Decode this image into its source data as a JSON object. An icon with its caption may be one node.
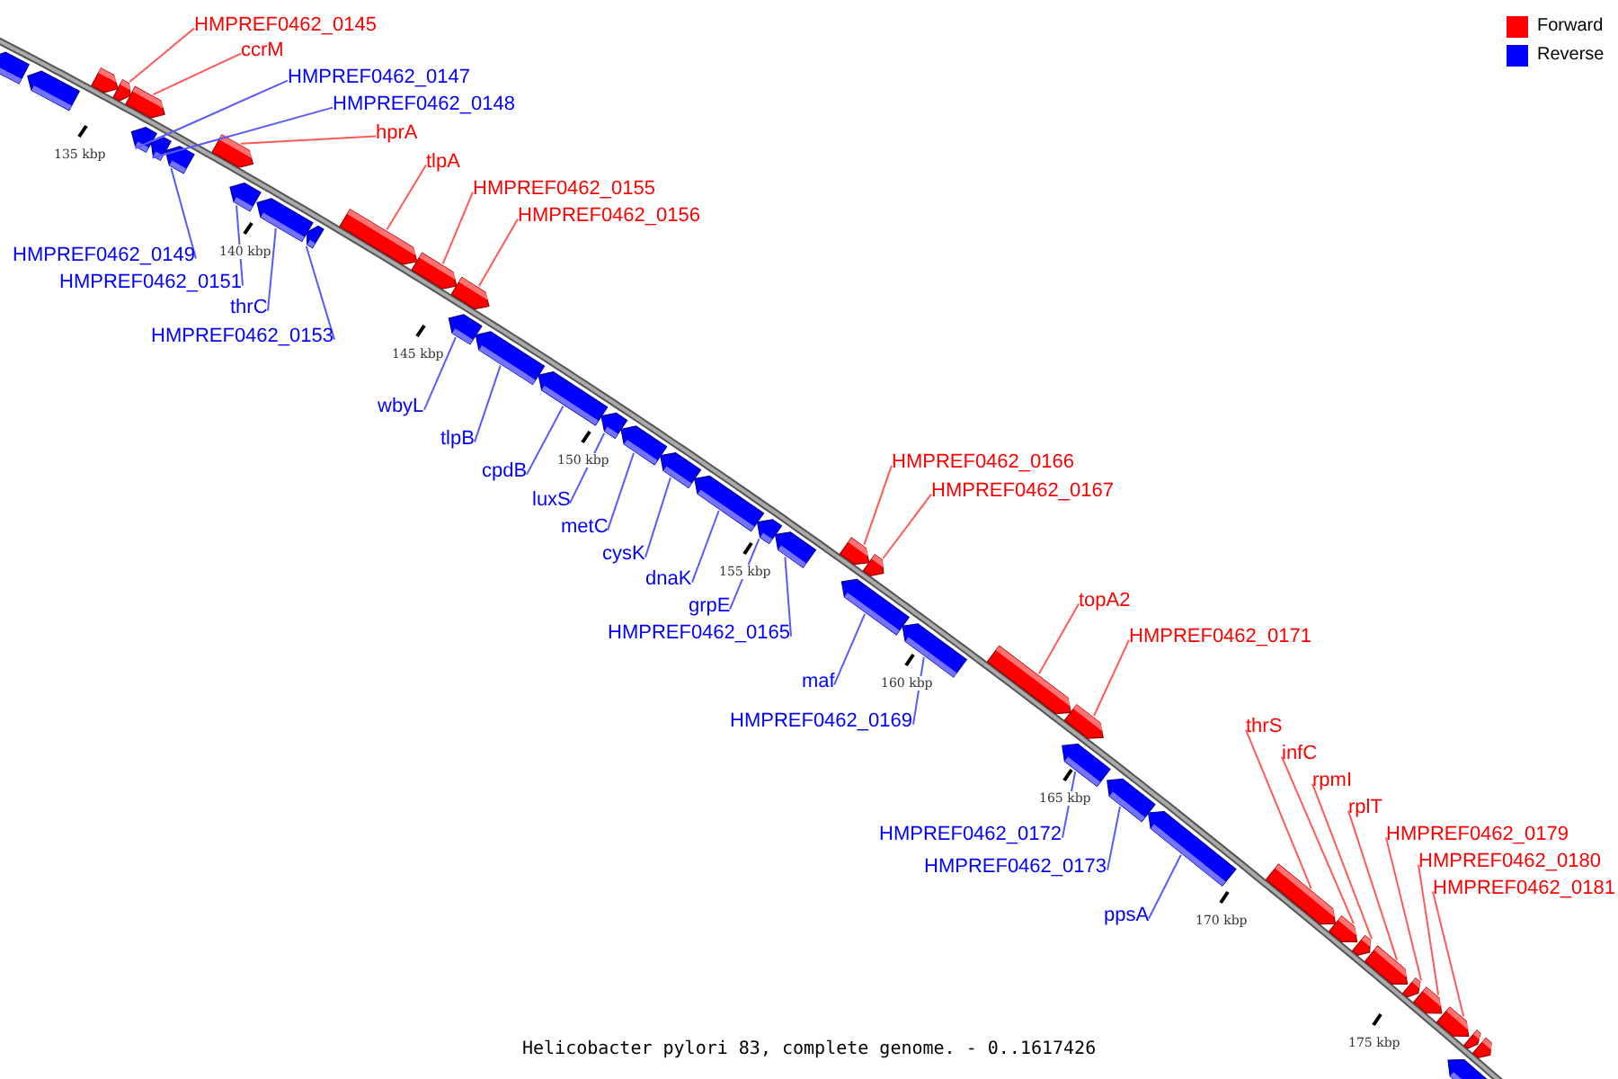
{
  "diagram": {
    "caption": "Helicobacter pylori 83, complete genome. - 0..1617426",
    "nodes": [
      {
        "text": [
          "HMPREF0462_0145"
        ]
      },
      {
        "text": [
          "ccrM"
        ]
      },
      {
        "text": [
          "HMPREF0462_0147"
        ]
      },
      {
        "text": [
          "HMPREF0462_0148"
        ]
      },
      {
        "text": [
          "hprA"
        ]
      },
      {
        "text": [
          "tlpA"
        ]
      },
      {
        "text": [
          "HMPREF0462_0155"
        ]
      },
      {
        "text": [
          "HMPREF0462_0156"
        ]
      },
      {
        "text": [
          "HMPREF0462_0149"
        ]
      },
      {
        "text": [
          "HMPREF0462_0151"
        ]
      },
      {
        "text": [
          "thrC"
        ]
      },
      {
        "text": [
          "HMPREF0462_0153"
        ]
      },
      {
        "text": [
          "wbyL"
        ]
      },
      {
        "text": [
          "tlpB"
        ]
      },
      {
        "text": [
          "cpdB"
        ]
      },
      {
        "text": [
          "luxS"
        ]
      },
      {
        "text": [
          "metC"
        ]
      },
      {
        "text": [
          "cysK"
        ]
      },
      {
        "text": [
          "dnaK"
        ]
      },
      {
        "text": [
          "grpE"
        ]
      },
      {
        "text": [
          "HMPREF0462_0165"
        ]
      },
      {
        "text": [
          "HMPREF0462_0166"
        ]
      },
      {
        "text": [
          "HMPREF0462_0167"
        ]
      },
      {
        "text": [
          "maf"
        ]
      },
      {
        "text": [
          "HMPREF0462_0169"
        ]
      },
      {
        "text": [
          "topA2"
        ]
      },
      {
        "text": [
          "HMPREF0462_0171"
        ]
      },
      {
        "text": [
          "HMPREF0462_0172"
        ]
      },
      {
        "text": [
          "HMPREF0462_0173"
        ]
      },
      {
        "text": [
          "ppsA"
        ]
      },
      {
        "text": [
          "thrS"
        ]
      },
      {
        "text": [
          "infC"
        ]
      },
      {
        "text": [
          "rpmI"
        ]
      },
      {
        "text": [
          "rplT"
        ]
      },
      {
        "text": [
          "HMPREF0462_0179"
        ]
      },
      {
        "text": [
          "HMPREF0462_0180"
        ]
      },
      {
        "text": [
          "HMPREF0462_0181"
        ]
      },
      {
        "text": [],
        "shape": "box"
      },
      {
        "text": [],
        "shape": "box"
      },
      {
        "text": [],
        "shape": "box"
      },
      {
        "text": [],
        "shape": "box"
      },
      {
        "text": [],
        "shape": "box"
      },
      {
        "text": [],
        "shape": "box"
      },
      {
        "text": [],
        "shape": "box"
      },
      {
        "text": [],
        "shape": "box"
      },
      {
        "text": [],
        "shape": "box"
      },
      {
        "text": [],
        "shape": "box"
      },
      {
        "text": [],
        "shape": "box"
      },
      {
        "text": [],
        "shape": "box"
      },
      {
        "text": [],
        "shape": "box"
      },
      {
        "text": [],
        "shape": "box"
      },
      {
        "text": [],
        "shape": "box"
      },
      {
        "text": [],
        "shape": "box"
      },
      {
        "text": [],
        "shape": "box"
      },
      {
        "text": [],
        "shape": "box"
      },
      {
        "text": [],
        "shape": "box"
      },
      {
        "text": [],
        "shape": "box"
      },
      {
        "text": [],
        "shape": "box"
      },
      {
        "text": [],
        "shape": "box"
      },
      {
        "text": [],
        "shape": "box"
      },
      {
        "text": [],
        "shape": "box"
      },
      {
        "text": [],
        "shape": "box"
      },
      {
        "text": [],
        "shape": "box"
      },
      {
        "text": [],
        "shape": "box"
      },
      {
        "text": [],
        "shape": "box"
      },
      {
        "text": [],
        "shape": "box"
      },
      {
        "text": [],
        "shape": "box"
      },
      {
        "text": [],
        "shape": "box"
      },
      {
        "text": [],
        "shape": "box"
      },
      {
        "text": [],
        "shape": "box"
      },
      {
        "text": [],
        "shape": "box"
      },
      {
        "text": [],
        "shape": "box"
      },
      {
        "text": [],
        "shape": "box"
      },
      {
        "text": [],
        "shape": "box"
      },
      {
        "text": [],
        "shape": "box"
      },
      {
        "text": [],
        "shape": "box"
      },
      {
        "text": [],
        "shape": "box"
      },
      {
        "text": [],
        "shape": "box"
      },
      {
        "text": [],
        "shape": "box"
      },
      {
        "text": [],
        "shape": "box"
      }
    ],
    "edges": [
      {
        "from": 0,
        "to": 40,
        "arrow": "none",
        "color": "#ff5959"
      },
      {
        "from": 1,
        "to": 41,
        "arrow": "none",
        "color": "#ff5959"
      },
      {
        "from": 2,
        "to": 42,
        "arrow": "none"
      },
      {
        "from": 3,
        "to": 43,
        "arrow": "none"
      },
      {
        "from": 4,
        "to": 45,
        "arrow": "none",
        "color": "#ff5959"
      },
      {
        "from": 5,
        "to": 49,
        "arrow": "none",
        "color": "#ff5959"
      },
      {
        "from": 6,
        "to": 50,
        "arrow": "none",
        "color": "#ff5959"
      },
      {
        "from": 7,
        "to": 51,
        "arrow": "none",
        "color": "#ff5959"
      },
      {
        "from": 8,
        "to": 44,
        "arrow": "none"
      },
      {
        "from": 9,
        "to": 46,
        "arrow": "none"
      },
      {
        "from": 10,
        "to": 47,
        "arrow": "none"
      },
      {
        "from": 11,
        "to": 48,
        "arrow": "none"
      },
      {
        "from": 12,
        "to": 52,
        "arrow": "none"
      },
      {
        "from": 13,
        "to": 53,
        "arrow": "none"
      },
      {
        "from": 14,
        "to": 54,
        "arrow": "none"
      },
      {
        "from": 15,
        "to": 55,
        "arrow": "none"
      },
      {
        "from": 16,
        "to": 56,
        "arrow": "none"
      },
      {
        "from": 17,
        "to": 57,
        "arrow": "none"
      },
      {
        "from": 18,
        "to": 58,
        "arrow": "none"
      },
      {
        "from": 19,
        "to": 59,
        "arrow": "none"
      },
      {
        "from": 20,
        "to": 60,
        "arrow": "none"
      },
      {
        "from": 21,
        "to": 61,
        "arrow": "none",
        "color": "#ff5959"
      },
      {
        "from": 22,
        "to": 62,
        "arrow": "none",
        "color": "#ff5959"
      },
      {
        "from": 23,
        "to": 63,
        "arrow": "none"
      },
      {
        "from": 24,
        "to": 64,
        "arrow": "none"
      },
      {
        "from": 25,
        "to": 65,
        "arrow": "none",
        "color": "#ff5959"
      },
      {
        "from": 26,
        "to": 66,
        "arrow": "none",
        "color": "#ff5959"
      },
      {
        "from": 27,
        "to": 67,
        "arrow": "none"
      },
      {
        "from": 28,
        "to": 68,
        "arrow": "none"
      },
      {
        "from": 29,
        "to": 69,
        "arrow": "none"
      },
      {
        "from": 30,
        "to": 70,
        "arrow": "none",
        "color": "#ff5959"
      },
      {
        "from": 31,
        "to": 71,
        "arrow": "none",
        "color": "#ff5959"
      },
      {
        "from": 32,
        "to": 72,
        "arrow": "none",
        "color": "#ff5959"
      },
      {
        "from": 33,
        "to": 73,
        "arrow": "none",
        "color": "#ff5959"
      },
      {
        "from": 34,
        "to": 74,
        "arrow": "none",
        "color": "#ff5959"
      },
      {
        "from": 35,
        "to": 75,
        "arrow": "none",
        "color": "#ff5959"
      },
      {
        "from": 36,
        "to": 76,
        "arrow": "none",
        "color": "#ff5959"
      }
    ],
    "labels": [
      "135 kbp",
      "140 kbp",
      "145 kbp",
      "150 kbp",
      "155 kbp",
      "160 kbp",
      "165 kbp",
      "170 kbp",
      "175 kbp"
    ],
    "legend": [
      {
        "text": "Forward",
        "color": "#ff0000"
      },
      {
        "text": "Reverse",
        "color": "#0000ff"
      }
    ]
  }
}
